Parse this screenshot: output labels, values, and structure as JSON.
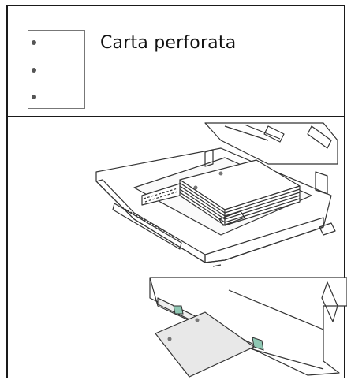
{
  "header": {
    "title": "Carta perforata",
    "icon": "punched-paper-icon"
  },
  "illustrations": [
    {
      "name": "paper-tray-loaded-illustration"
    },
    {
      "name": "manual-feed-slot-illustration"
    }
  ]
}
